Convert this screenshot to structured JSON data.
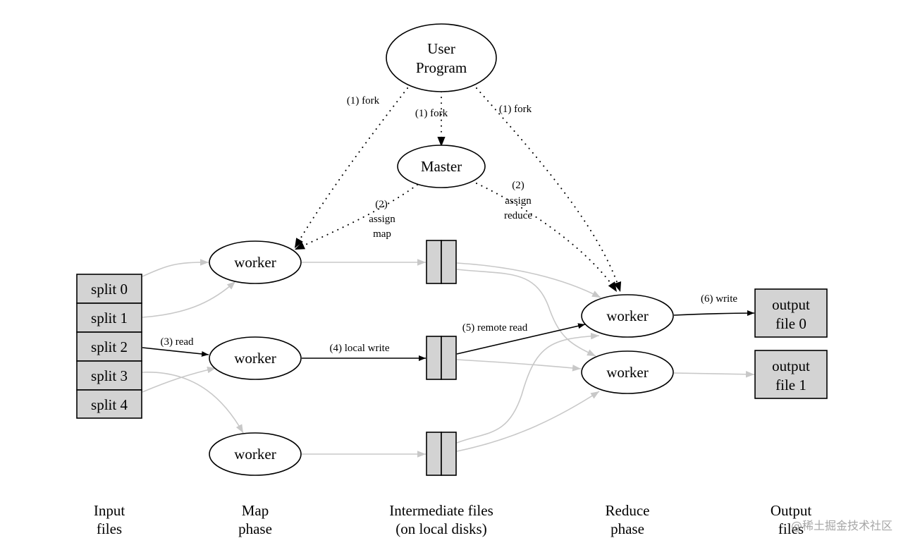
{
  "diagram": {
    "title": "MapReduce execution overview",
    "nodes": {
      "user_program": {
        "line1": "User",
        "line2": "Program"
      },
      "master": "Master",
      "map_worker_1": "worker",
      "map_worker_2": "worker",
      "map_worker_3": "worker",
      "reduce_worker_1": "worker",
      "reduce_worker_2": "worker"
    },
    "input_splits": [
      "split 0",
      "split 1",
      "split 2",
      "split 3",
      "split 4"
    ],
    "output_files": [
      {
        "line1": "output",
        "line2": "file 0"
      },
      {
        "line1": "output",
        "line2": "file 1"
      }
    ],
    "edge_labels": {
      "fork_left": "(1) fork",
      "fork_center": "(1) fork",
      "fork_right": "(1) fork",
      "assign_map": {
        "line1": "(2)",
        "line2": "assign",
        "line3": "map"
      },
      "assign_reduce": {
        "line1": "(2)",
        "line2": "assign",
        "line3": "reduce"
      },
      "read": "(3) read",
      "local_write": "(4) local write",
      "remote_read": "(5) remote read",
      "write": "(6) write"
    },
    "phases": [
      {
        "line1": "Input",
        "line2": "files"
      },
      {
        "line1": "Map",
        "line2": "phase"
      },
      {
        "line1": "Intermediate files",
        "line2": "(on local disks)"
      },
      {
        "line1": "Reduce",
        "line2": "phase"
      },
      {
        "line1": "Output",
        "line2": "files"
      }
    ],
    "colors": {
      "box_fill": "#d3d3d3",
      "inactive_edge": "#c8c8c8",
      "active_edge": "#000000"
    }
  },
  "watermark": "@稀土掘金技术社区"
}
